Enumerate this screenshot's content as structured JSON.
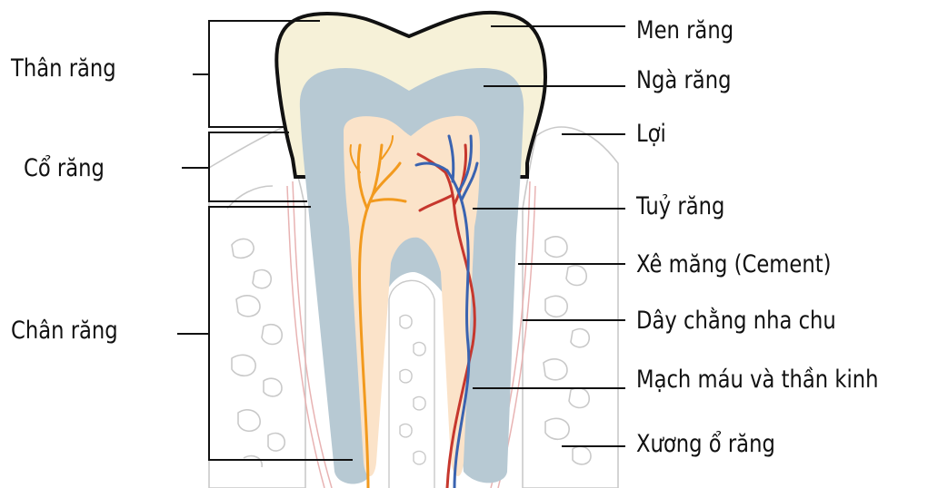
{
  "diagram": {
    "left_labels": [
      {
        "id": "than-rang",
        "text": "Thân răng"
      },
      {
        "id": "co-rang",
        "text": "Cổ răng"
      },
      {
        "id": "chan-rang",
        "text": "Chân răng"
      }
    ],
    "right_labels": [
      {
        "id": "men-rang",
        "text": "Men răng"
      },
      {
        "id": "nga-rang",
        "text": "Ngà răng"
      },
      {
        "id": "loi",
        "text": "Lợi"
      },
      {
        "id": "tuy-rang",
        "text": "Tuỷ răng"
      },
      {
        "id": "xe-mang",
        "text": "Xê măng (Cement)"
      },
      {
        "id": "day-chang",
        "text": "Dây chằng nha chu"
      },
      {
        "id": "mach-mau",
        "text": "Mạch máu và thần kinh"
      },
      {
        "id": "xuong-o-rang",
        "text": "Xương ổ răng"
      }
    ],
    "colors": {
      "enamel": "#f6f1d8",
      "dentin": "#b7c9d3",
      "pulp": "#fbe3c9",
      "nerve": "#f29a1e",
      "artery": "#c6372d",
      "vein": "#3a63b0",
      "bone_outline": "#c9c9c9",
      "ligament": "#e8b3b3"
    }
  }
}
